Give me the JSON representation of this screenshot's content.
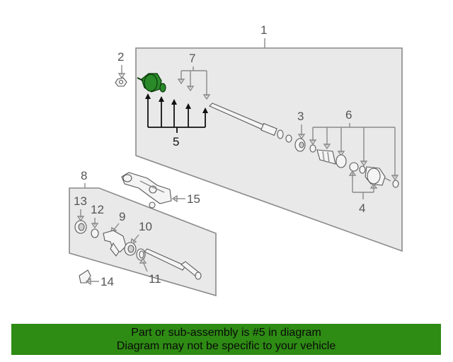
{
  "callouts": {
    "c1": "1",
    "c2": "2",
    "c3": "3",
    "c4": "4",
    "c5": "5",
    "c6": "6",
    "c7": "7",
    "c8": "8",
    "c9": "9",
    "c10": "10",
    "c11": "11",
    "c12": "12",
    "c13": "13",
    "c14": "14",
    "c15": "15"
  },
  "highlighted_part": "5",
  "colors": {
    "banner": "#2e8b14",
    "highlight": "#2a8a2a",
    "panel": "#e9e9e9"
  },
  "banner": {
    "line1": "Part or sub-assembly is #5 in diagram",
    "line2": "Diagram may not be specific to your vehicle"
  }
}
